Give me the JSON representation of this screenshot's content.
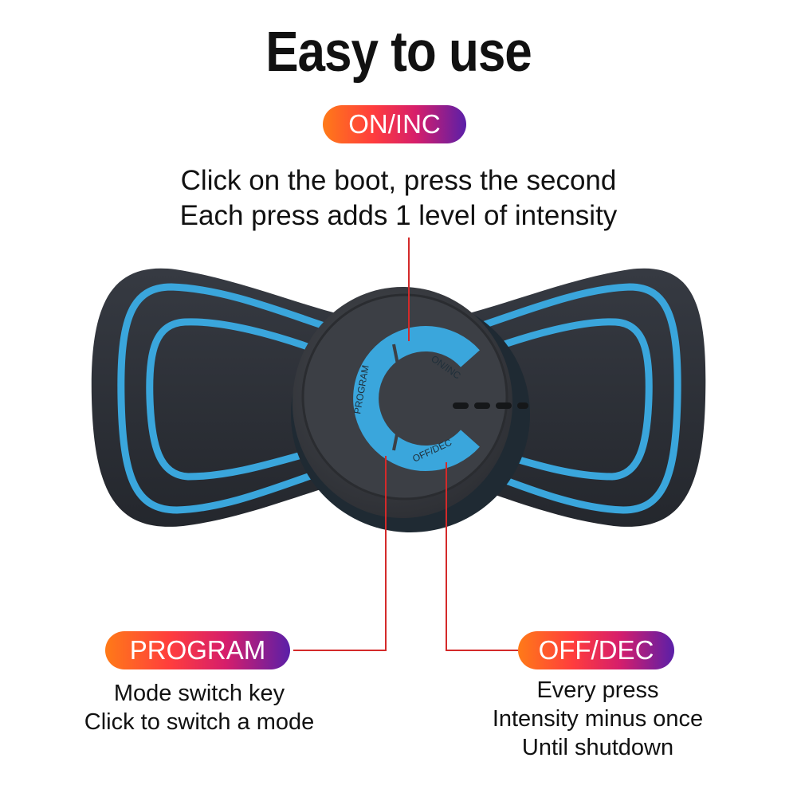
{
  "title": "Easy to use",
  "buttons": {
    "on_inc": {
      "label": "ON/INC",
      "description": [
        "Click on the boot, press the second",
        "Each press adds 1 level of intensity"
      ]
    },
    "program": {
      "label": "PROGRAM",
      "description": [
        "Mode switch key",
        "Click to switch a mode"
      ]
    },
    "off_dec": {
      "label": "OFF/DEC",
      "description": [
        "Every press",
        "Intensity minus once",
        "Until shutdown"
      ]
    }
  },
  "device_labels": {
    "on_inc": "ON/INC",
    "program": "PROGRAM",
    "off_dec": "OFF/DEC"
  },
  "colors": {
    "accent_blue": "#3aa6dc",
    "pad_dark": "#2b2f36",
    "hub_dark": "#3a3d42",
    "leader_red": "#d42a2a"
  }
}
